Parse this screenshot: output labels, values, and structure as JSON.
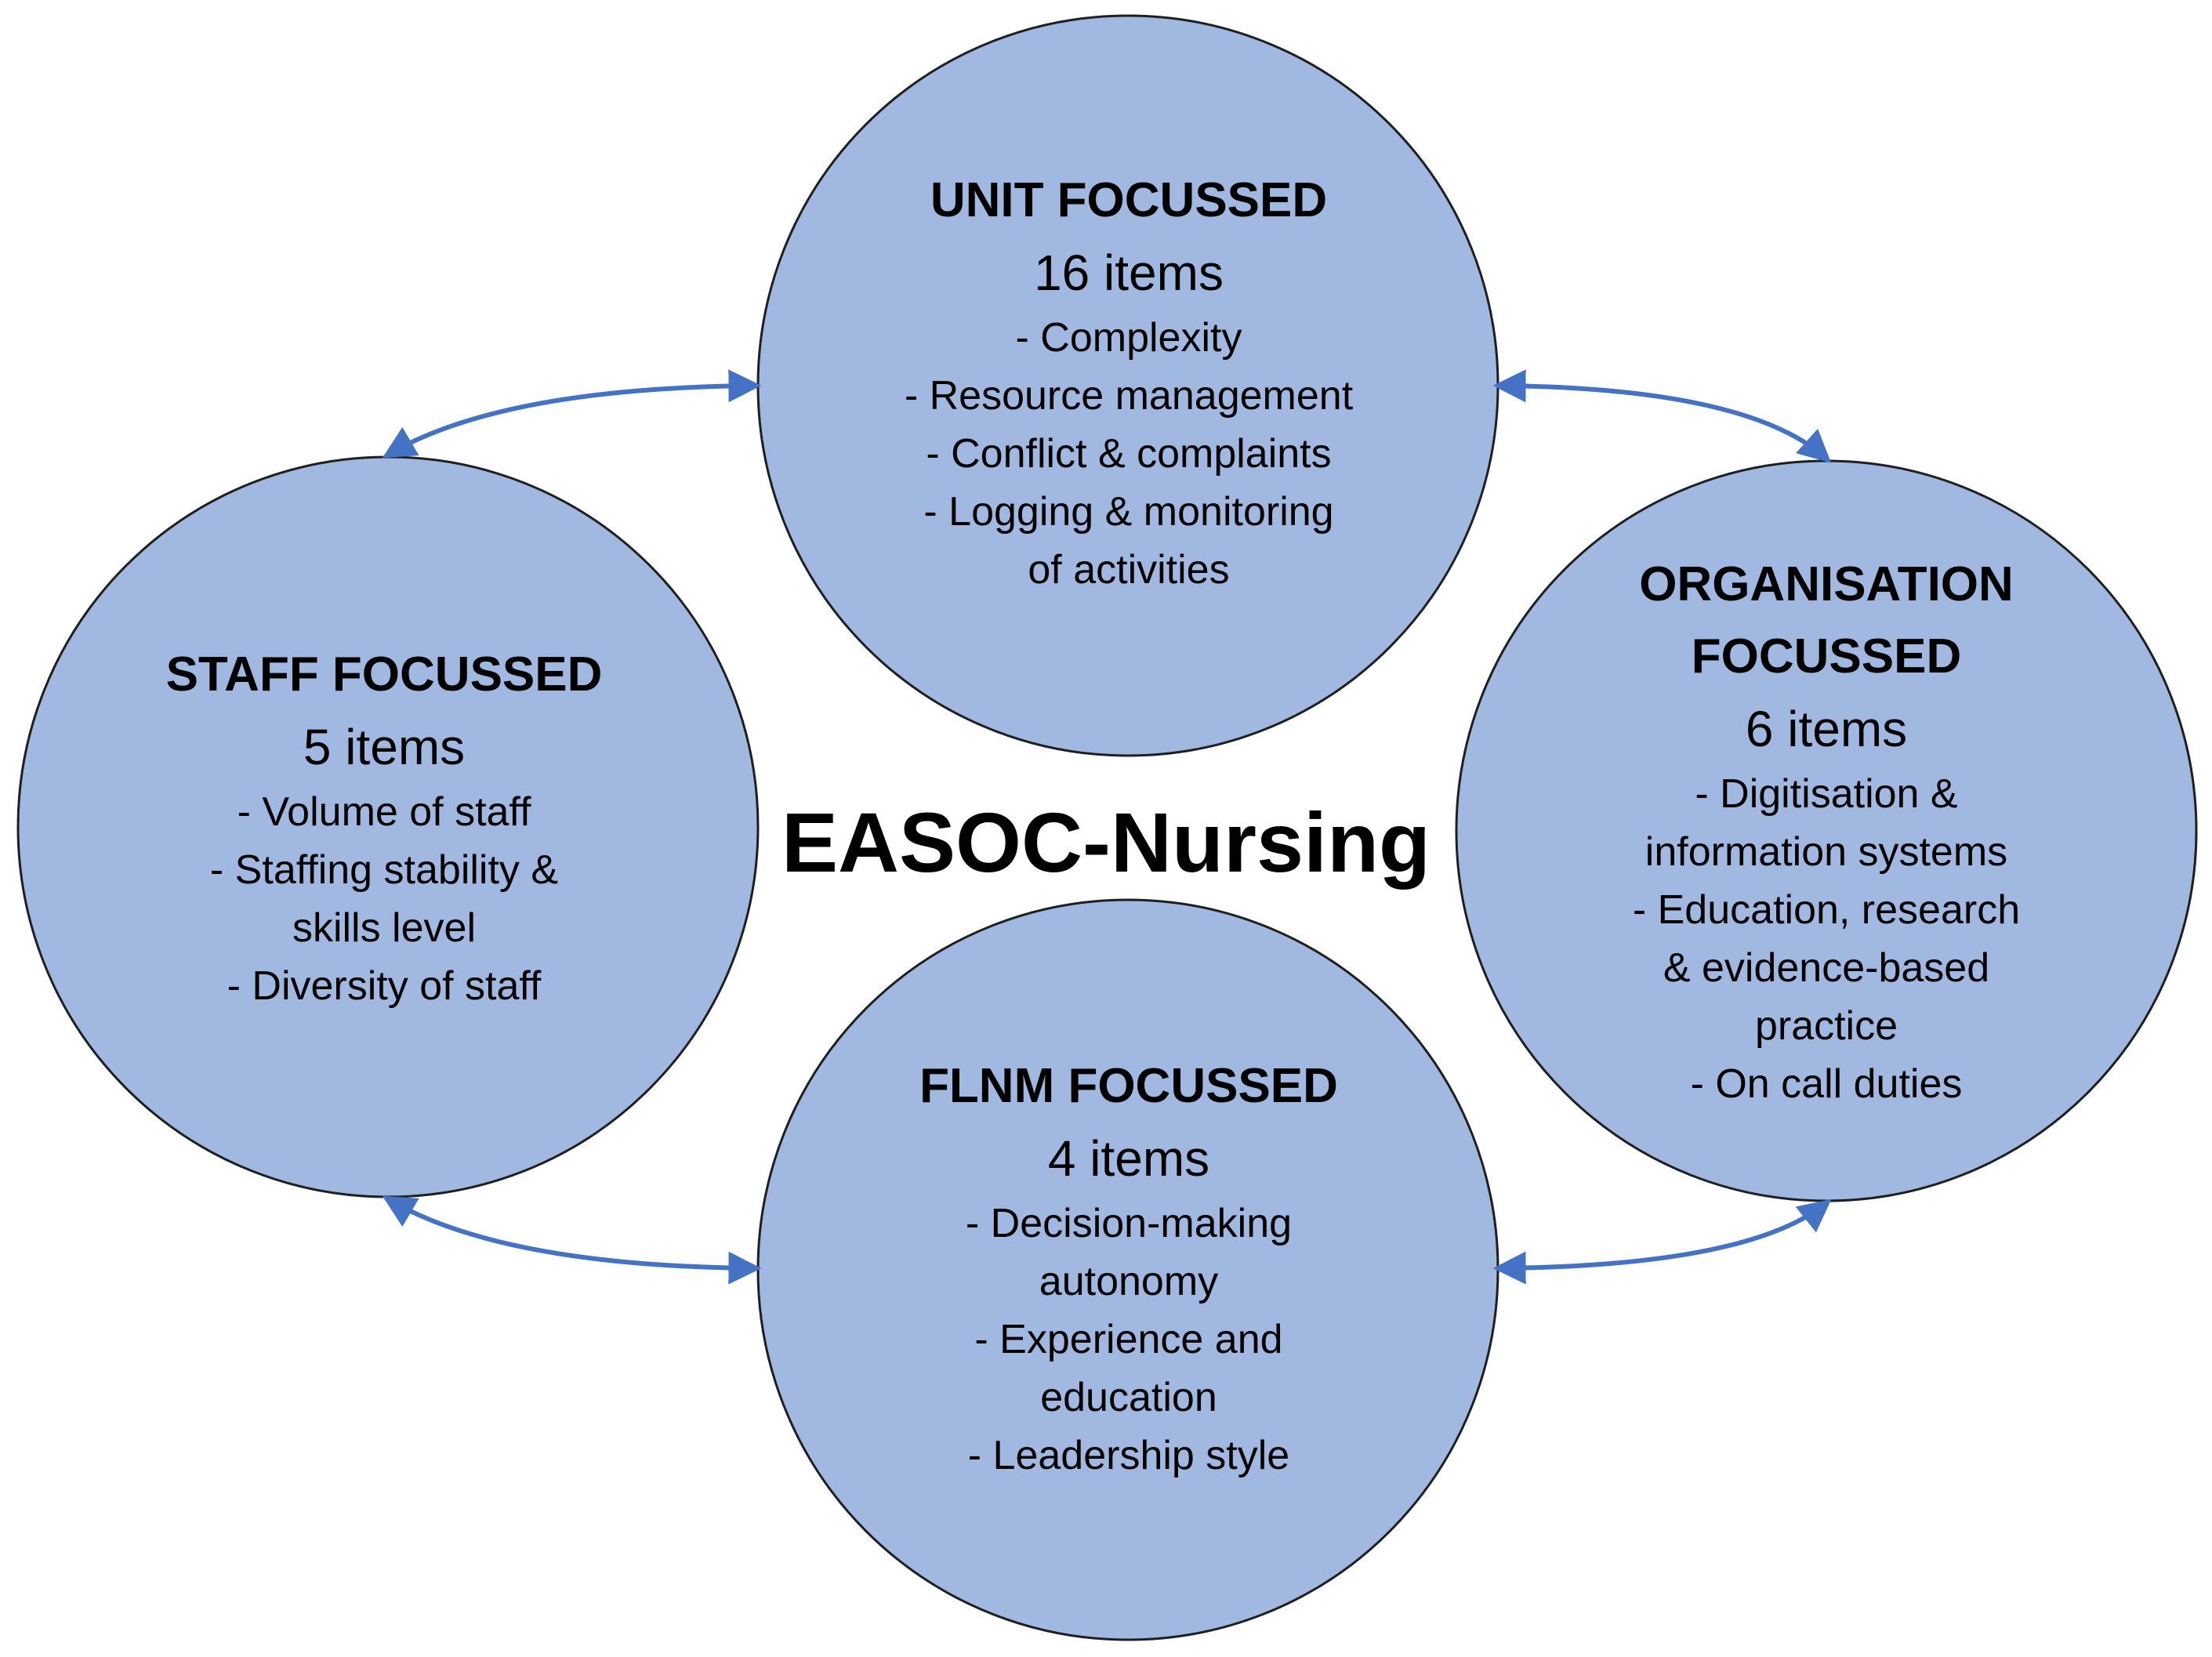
{
  "center_title": "EASOC-Nursing",
  "colors": {
    "circle_fill": "#a1b8e1",
    "circle_stroke": "#1f1f1f",
    "arrow": "#4472c4",
    "text": "#000000",
    "background": "#ffffff"
  },
  "circles": {
    "unit": {
      "title": "UNIT FOCUSSED",
      "count": "16 items",
      "items": [
        "- Complexity",
        "- Resource management",
        "- Conflict & complaints",
        "- Logging & monitoring\nof activities"
      ]
    },
    "staff": {
      "title": "STAFF FOCUSSED",
      "count": "5 items",
      "items": [
        "- Volume of staff",
        "- Staffing stability &\nskills level",
        "- Diversity of staff"
      ]
    },
    "organisation": {
      "title": "ORGANISATION\nFOCUSSED",
      "count": "6 items",
      "items": [
        "- Digitisation &\ninformation systems",
        "-     Education, research\n& evidence-based\npractice",
        "- On call duties"
      ]
    },
    "flnm": {
      "title": "FLNM FOCUSSED",
      "count": "4 items",
      "items": [
        "-     Decision-making\nautonomy",
        "-     Experience and\neducation",
        "- Leadership style"
      ]
    }
  }
}
